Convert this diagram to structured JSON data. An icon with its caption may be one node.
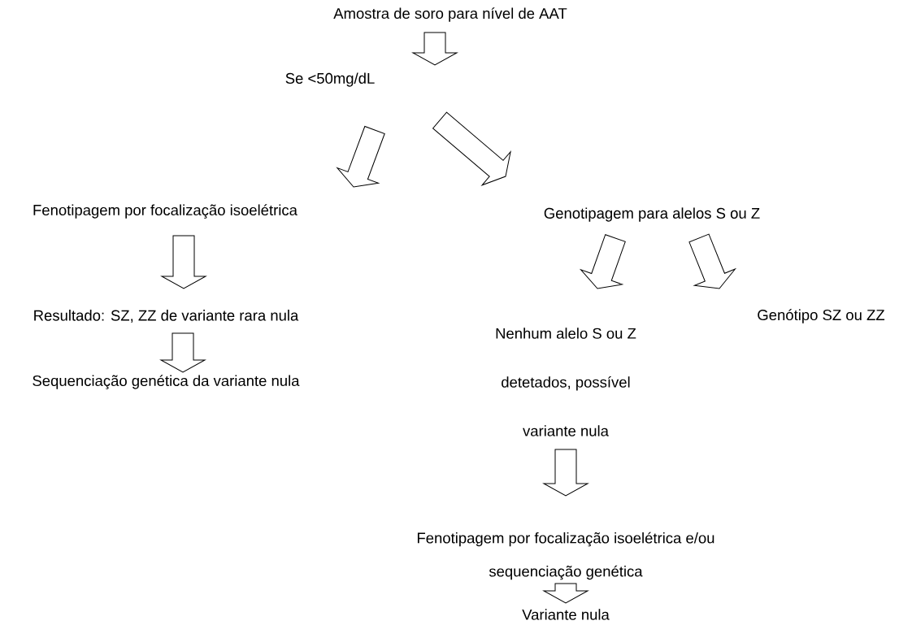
{
  "diagram": {
    "nodes": [
      {
        "text": [
          "Amostra de soro para nível de AAT"
        ]
      },
      {
        "text": [
          "Se <50mg/dL"
        ]
      },
      {
        "text": [
          "Fenotipagem por focalização isoelétrica"
        ]
      },
      {
        "text": [
          "Genotipagem para alelos S ou Z"
        ]
      },
      {
        "text": [
          "Resultado: SZ, ZZ de variante rara nula"
        ]
      },
      {
        "text": [
          "Sequenciação genética da variante nula"
        ]
      },
      {
        "text": [
          "Nenhum alelo S ou Z detetados, possível variante nula"
        ]
      },
      {
        "text": [
          "Genótipo SZ ou ZZ"
        ]
      },
      {
        "text": [
          "Fenotipagem por focalização isoelétrica e/ou sequenciação genética"
        ]
      },
      {
        "text": [
          "Variante nula"
        ]
      }
    ],
    "edges": [
      {
        "from": 0,
        "to": 1,
        "arrow": "to"
      },
      {
        "from": 1,
        "to": 2,
        "arrow": "to"
      },
      {
        "from": 1,
        "to": 3,
        "arrow": "to"
      },
      {
        "from": 2,
        "to": 4,
        "arrow": "to"
      },
      {
        "from": 3,
        "to": 6,
        "arrow": "to"
      },
      {
        "from": 3,
        "to": 7,
        "arrow": "to"
      },
      {
        "from": 4,
        "to": 5,
        "arrow": "to"
      },
      {
        "from": 6,
        "to": 8,
        "arrow": "to"
      },
      {
        "from": 8,
        "to": 9,
        "arrow": "to"
      }
    ]
  }
}
